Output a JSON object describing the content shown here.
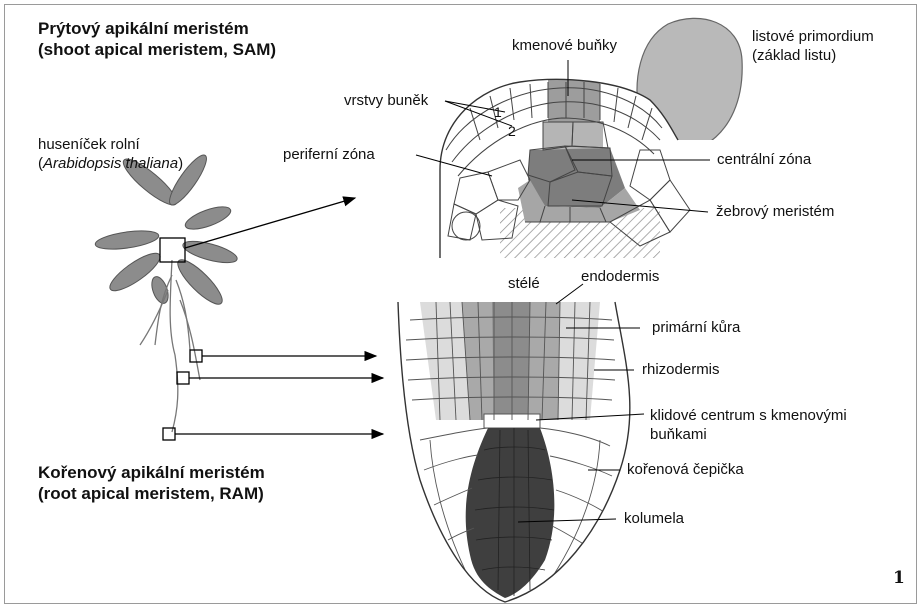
{
  "sam_title": {
    "line1": "Prýtový apikální meristém",
    "line2": "(shoot apical meristem, SAM)"
  },
  "ram_title": {
    "line1": "Kořenový apikální meristém",
    "line2": "(root apical meristem, RAM)"
  },
  "plant": {
    "name": "huseníček rolní",
    "latin_open": "(",
    "latin": "Arabidopsis thaliana",
    "latin_close": ")"
  },
  "sam_labels": {
    "stem_cells": "kmenové buňky",
    "leaf_primordium_1": "listové primordium",
    "leaf_primordium_2": "(základ listu)",
    "cell_layers": "vrstvy buněk",
    "layer_1": "1",
    "layer_2": "2",
    "peripheral_zone": "periferní zóna",
    "central_zone": "centrální zóna",
    "rib_meristem": "žebrový meristém"
  },
  "ram_labels": {
    "stele": "stélé",
    "endodermis": "endodermis",
    "primary_cortex": "primární kůra",
    "rhizodermis": "rhizodermis",
    "quiescent_center_1": "klidové centrum s kmenovými",
    "quiescent_center_2": "buňkami",
    "root_cap": "kořenová čepička",
    "columella": "kolumela"
  },
  "page_number": "1"
}
